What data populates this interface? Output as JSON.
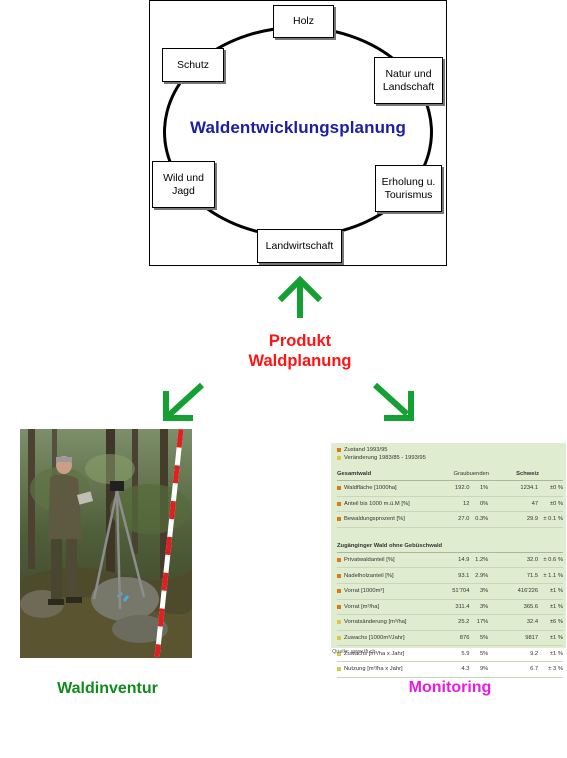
{
  "diagram": {
    "central_title": "Waldentwicklungsplanung",
    "nodes": [
      {
        "id": "holz",
        "label": "Holz"
      },
      {
        "id": "natur",
        "label": "Natur und\nLandschaft"
      },
      {
        "id": "erholung",
        "label": "Erholung u.\nTourismus"
      },
      {
        "id": "landwirtschaft",
        "label": "Landwirtschaft"
      },
      {
        "id": "wild",
        "label": "Wild und\nJagd"
      },
      {
        "id": "schutz",
        "label": "Schutz"
      }
    ]
  },
  "product": {
    "label": "Produkt\nWaldplanung"
  },
  "colors": {
    "arrow_green": "#14a032",
    "title_blue": "#1a1fa3",
    "product_red": "#ff1414",
    "inventory_green": "#128a1d",
    "monitoring_magenta": "#ea1be0"
  },
  "inventory": {
    "label": "Waldinventur"
  },
  "monitoring": {
    "label": "Monitoring",
    "legend": [
      {
        "color": "#e07a10",
        "text": "Zustand 1993/95"
      },
      {
        "color": "#d9c94a",
        "text": "Veränderung 1983/85 - 1993/95"
      }
    ],
    "section1": {
      "title": "Gesamtwald",
      "col_a": "Graubuenden",
      "col_b": "Schweiz",
      "rows": [
        {
          "color": "#e07a10",
          "label": "Waldfläche [1000ha]",
          "gr": "192.0",
          "grc": "1%",
          "ch": "1234.1",
          "chc": "±0 %"
        },
        {
          "color": "#e07a10",
          "label": "Anteil bis 1000 m.ü.M [%]",
          "gr": "12",
          "grc": "0%",
          "ch": "47",
          "chc": "±0 %"
        },
        {
          "color": "#e07a10",
          "label": "Bewaldungsprozent [%]",
          "gr": "27.0",
          "grc": "0.3%",
          "ch": "29.9",
          "chc": "± 0.1 %"
        }
      ]
    },
    "section2": {
      "title": "Zugänginger Wald ohne Gebüschwald",
      "rows": [
        {
          "color": "#e07a10",
          "label": "Privatwaldanteil [%]",
          "gr": "14.9",
          "grc": "1.2%",
          "ch": "32.0",
          "chc": "± 0.6 %"
        },
        {
          "color": "#e07a10",
          "label": "Nadelholzanteil [%]",
          "gr": "93.1",
          "grc": "2.9%",
          "ch": "71.5",
          "chc": "± 1.1 %"
        },
        {
          "color": "#e07a10",
          "label": "Vorrat [1000m³]",
          "gr": "51'704",
          "grc": "3%",
          "ch": "416'226",
          "chc": "±1 %"
        },
        {
          "color": "#e07a10",
          "label": "Vorrat [m³/ha]",
          "gr": "311.4",
          "grc": "3%",
          "ch": "365.6",
          "chc": "±1 %"
        },
        {
          "color": "#d9c94a",
          "label": "Vorratsänderung [m³/ha]",
          "gr": "25.2",
          "grc": "17%",
          "ch": "32.4",
          "chc": "±6 %"
        },
        {
          "color": "#d9c94a",
          "label": "Zuwachs [1000m³/Jahr]",
          "gr": "876",
          "grc": "5%",
          "ch": "9817",
          "chc": "±1 %"
        },
        {
          "color": "#d9c94a",
          "label": "Zuwachs [m³/ha x Jahr]",
          "gr": "5.9",
          "grc": "5%",
          "ch": "9.2",
          "chc": "±1 %"
        },
        {
          "color": "#d9c94a",
          "label": "Nutzung [m³/ha x Jahr]",
          "gr": "4.3",
          "grc": "9%",
          "ch": "6.7",
          "chc": "± 3 %"
        }
      ]
    },
    "source": "Quelle: www.lfi.ch"
  }
}
